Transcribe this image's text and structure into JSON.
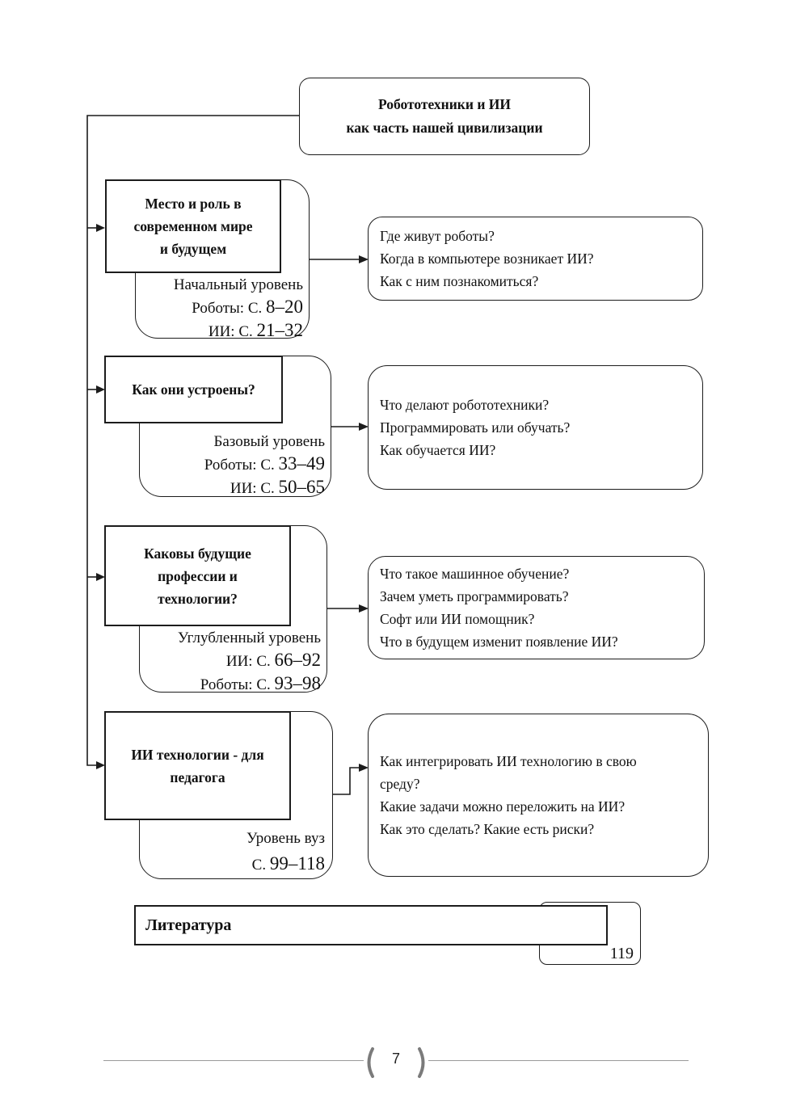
{
  "root": {
    "title": "Робототехники и ИИ\nкак часть нашей цивилизации"
  },
  "groups": [
    {
      "topic": "Место и роль в\nсовременном мире\nи будущем",
      "level_name": "Начальный уровень",
      "entry1_prefix": "Роботы: С. ",
      "entry1_pages": "8–20",
      "entry2_prefix": "ИИ: С. ",
      "entry2_pages": "21–32",
      "questions": "Где живут роботы?\nКогда в компьютере возникает ИИ?\nКак с ним познакомиться?"
    },
    {
      "topic": "Как они устроены?",
      "level_name": "Базовый уровень",
      "entry1_prefix": "Роботы: С. ",
      "entry1_pages": "33–49",
      "entry2_prefix": "ИИ: С. ",
      "entry2_pages": "50–65",
      "questions": "Что делают робототехники?\nПрограммировать или обучать?\nКак обучается ИИ?"
    },
    {
      "topic": "Каковы будущие\nпрофессии и\nтехнологии?",
      "level_name": "Углубленный уровень",
      "entry1_prefix": "ИИ: С. ",
      "entry1_pages": "66–92",
      "entry2_prefix": "Роботы: С. ",
      "entry2_pages": "93–98",
      "questions": "Что такое машинное обучение?\nЗачем уметь программировать?\nСофт или ИИ помощник?\nЧто в будущем изменит появление ИИ?"
    },
    {
      "topic": "ИИ технологии - для\nпедагога",
      "level_name": "Уровень вуз",
      "entry1_prefix": "С. ",
      "entry1_pages": "99–118",
      "questions": "Как интегрировать ИИ технологию в свою\nсреду?\nКакие задачи можно переложить на ИИ?\nКак это сделать? Какие есть риски?"
    }
  ],
  "literature": {
    "label": "Литература",
    "page": "119"
  },
  "footer": {
    "page_number": "7"
  },
  "colors": {
    "line": "#1c1c1c",
    "footer_rule": "#9a9a9a",
    "footer_bracket": "#7b7b7b"
  }
}
